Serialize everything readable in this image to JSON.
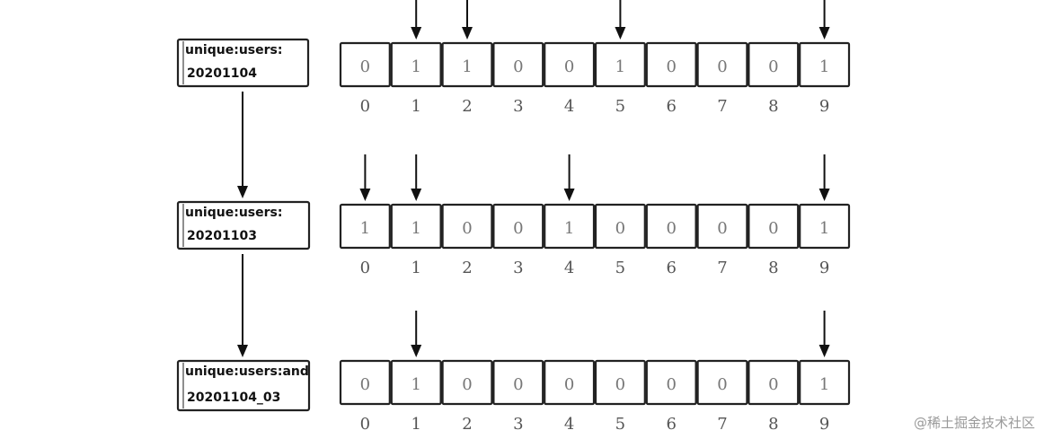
{
  "rows": [
    {
      "key_line1": "unique:users:",
      "key_line2": "20201104",
      "bits": [
        "0",
        "1",
        "1",
        "0",
        "0",
        "1",
        "0",
        "0",
        "0",
        "1"
      ],
      "arrow_cells": [
        1,
        2,
        5,
        9
      ]
    },
    {
      "key_line1": "unique:users:",
      "key_line2": "20201103",
      "bits": [
        "1",
        "1",
        "0",
        "0",
        "1",
        "0",
        "0",
        "0",
        "0",
        "1"
      ],
      "arrow_cells": [
        0,
        1,
        4,
        9
      ]
    },
    {
      "key_line1": "unique:users:and",
      "key_line2": "20201104_03",
      "bits": [
        "0",
        "1",
        "0",
        "0",
        "0",
        "0",
        "0",
        "0",
        "0",
        "1"
      ],
      "arrow_cells": [
        1,
        9
      ]
    }
  ],
  "indices": [
    "0",
    "1",
    "2",
    "3",
    "4",
    "5",
    "6",
    "7",
    "8",
    "9"
  ],
  "watermark": "@稀土掘金技术社区"
}
